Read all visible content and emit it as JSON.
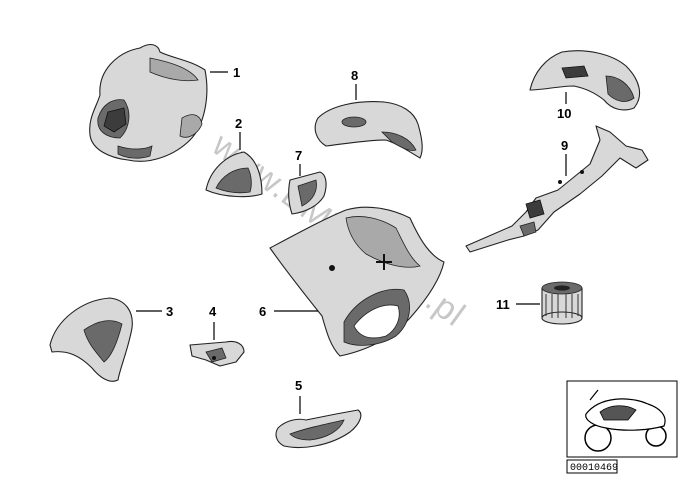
{
  "callouts": {
    "c1": "1",
    "c2": "2",
    "c3": "3",
    "c4": "4",
    "c5": "5",
    "c6": "6",
    "c7": "7",
    "c8": "8",
    "c9": "9",
    "c10": "10",
    "c11": "11"
  },
  "watermark": "www.BMW-store.pl",
  "reference": {
    "id": "00010469"
  }
}
